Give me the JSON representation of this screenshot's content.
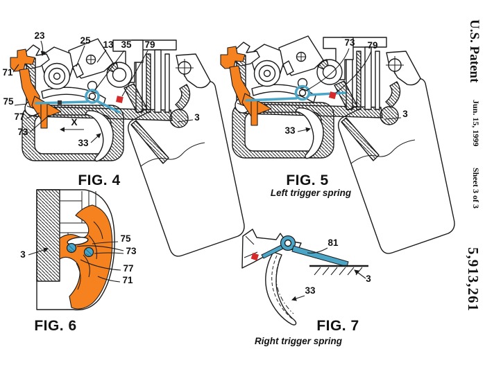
{
  "document": {
    "header": {
      "title": "U.S. Patent",
      "date": "Jun. 15, 1999",
      "sheet": "Sheet 3 of 3",
      "patent_number": "5,913,261"
    }
  },
  "colors": {
    "highlight_orange": "#F5821F",
    "spring_blue": "#4AA5C6",
    "marker_red": "#D62A2A"
  },
  "figures": {
    "fig4": {
      "caption": "FIG. 4",
      "labels": [
        "23",
        "25",
        "13",
        "35",
        "79",
        "71",
        "75",
        "77",
        "73",
        "X",
        "33",
        "3"
      ]
    },
    "fig5": {
      "caption": "FIG. 5",
      "subtitle": "Left trigger spring",
      "labels": [
        "73",
        "79",
        "33",
        "3"
      ]
    },
    "fig6": {
      "caption": "FIG. 6",
      "labels": [
        "3",
        "75",
        "73",
        "77",
        "71"
      ]
    },
    "fig7": {
      "caption": "FIG. 7",
      "subtitle": "Right trigger spring",
      "labels": [
        "81",
        "33",
        "3"
      ]
    }
  }
}
